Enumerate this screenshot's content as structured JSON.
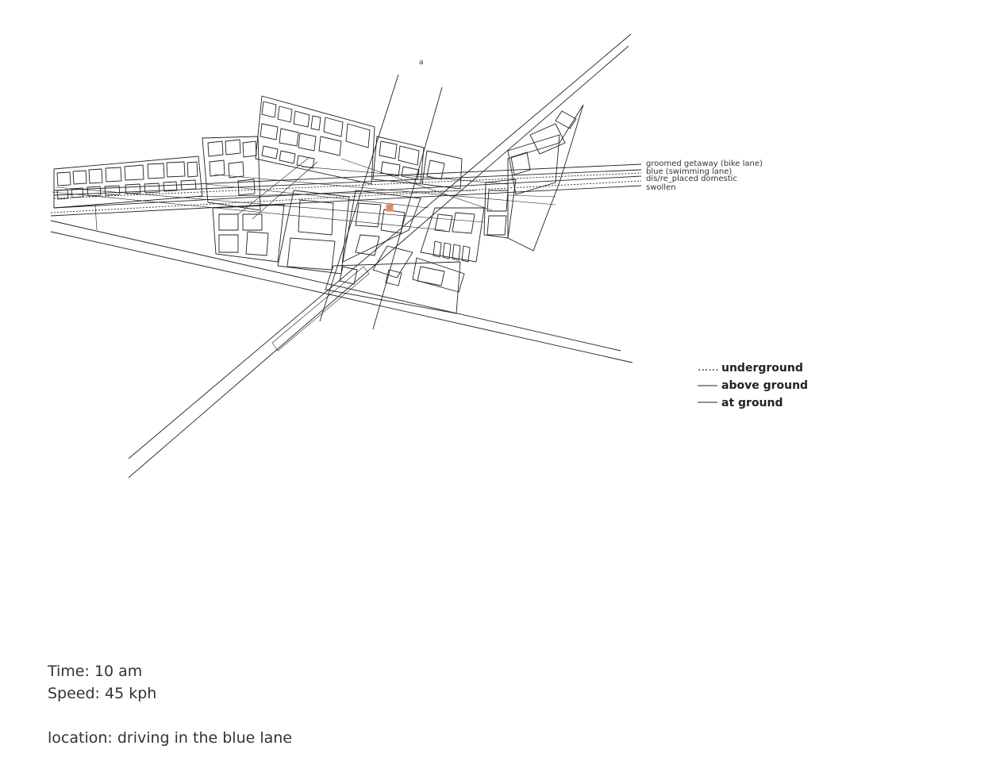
{
  "map": {
    "north_marker": "a",
    "route_labels": [
      "groomed getaway (bike lane)",
      "blue (swimming lane)",
      "dis/re_placed domestic",
      "swollen"
    ],
    "highlight_color": "#e8876a"
  },
  "legend": {
    "items": [
      {
        "symbol": "......",
        "label": "underground",
        "style": "dotted"
      },
      {
        "symbol": "",
        "label": "above ground",
        "style": "solid"
      },
      {
        "symbol": "",
        "label": "at ground",
        "style": "solid"
      }
    ]
  },
  "info": {
    "time": "Time: 10 am",
    "speed": "Speed: 45 kph",
    "location": "location: driving in the blue lane"
  }
}
